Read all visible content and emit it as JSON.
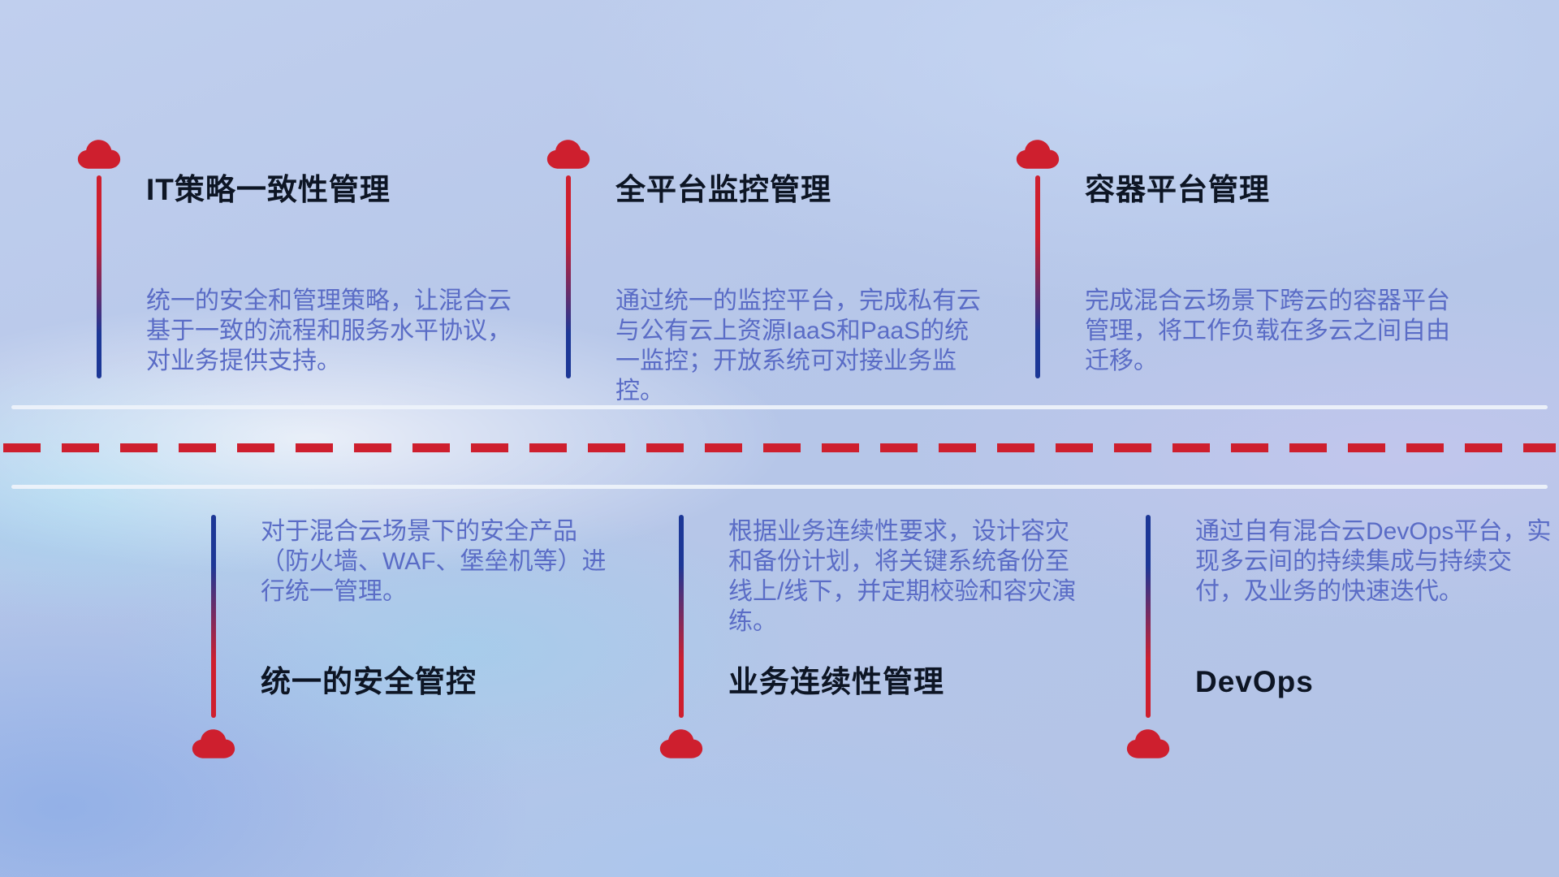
{
  "features_top": [
    {
      "title": "IT策略一致性管理",
      "description": "统一的安全和管理策略，让混合云基于一致的流程和服务水平协议，对业务提供支持。"
    },
    {
      "title": "全平台监控管理",
      "description": "通过统一的监控平台，完成私有云与公有云上资源IaaS和PaaS的统一监控；开放系统可对接业务监控。"
    },
    {
      "title": "容器平台管理",
      "description": "完成混合云场景下跨云的容器平台管理，将工作负载在多云之间自由迁移。"
    }
  ],
  "features_bottom": [
    {
      "title": "统一的安全管控",
      "description": "对于混合云场景下的安全产品（防火墙、WAF、堡垒机等）进行统一管理。"
    },
    {
      "title": "业务连续性管理",
      "description": "根据业务连续性要求，设计容灾和备份计划，将关键系统备份至线上/线下，并定期校验和容灾演练。"
    },
    {
      "title": "DevOps",
      "description": "通过自有混合云DevOps平台，实现多云间的持续集成与持续交付，及业务的快速迭代。"
    }
  ],
  "icons": {
    "cloud_icon": "☁"
  },
  "colors": {
    "accent_red": "#ce1f2e",
    "deep_blue": "#1c3796",
    "title_color": "#0d1524",
    "desc_color": "#5a6cc6",
    "divider_white": "#edf2fa"
  }
}
